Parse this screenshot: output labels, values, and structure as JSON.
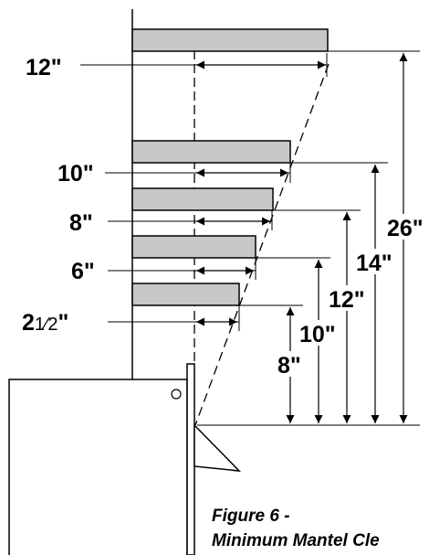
{
  "figure": {
    "caption_line1": "Figure 6 -",
    "caption_line2": "Minimum Mantel Cle"
  },
  "shelf_labels": {
    "s1": "12\"",
    "s2": "10\"",
    "s3": "8\"",
    "s4": "6\"",
    "s5_whole": "2",
    "s5_frac": "1⁄2",
    "s5_mark": "\""
  },
  "height_labels": {
    "h1": "26\"",
    "h2": "14\"",
    "h3": "12\"",
    "h4": "10\"",
    "h5": "8\""
  },
  "colors": {
    "shelf_fill": "#c8c8c8",
    "line": "#000000",
    "background": "#ffffff"
  }
}
